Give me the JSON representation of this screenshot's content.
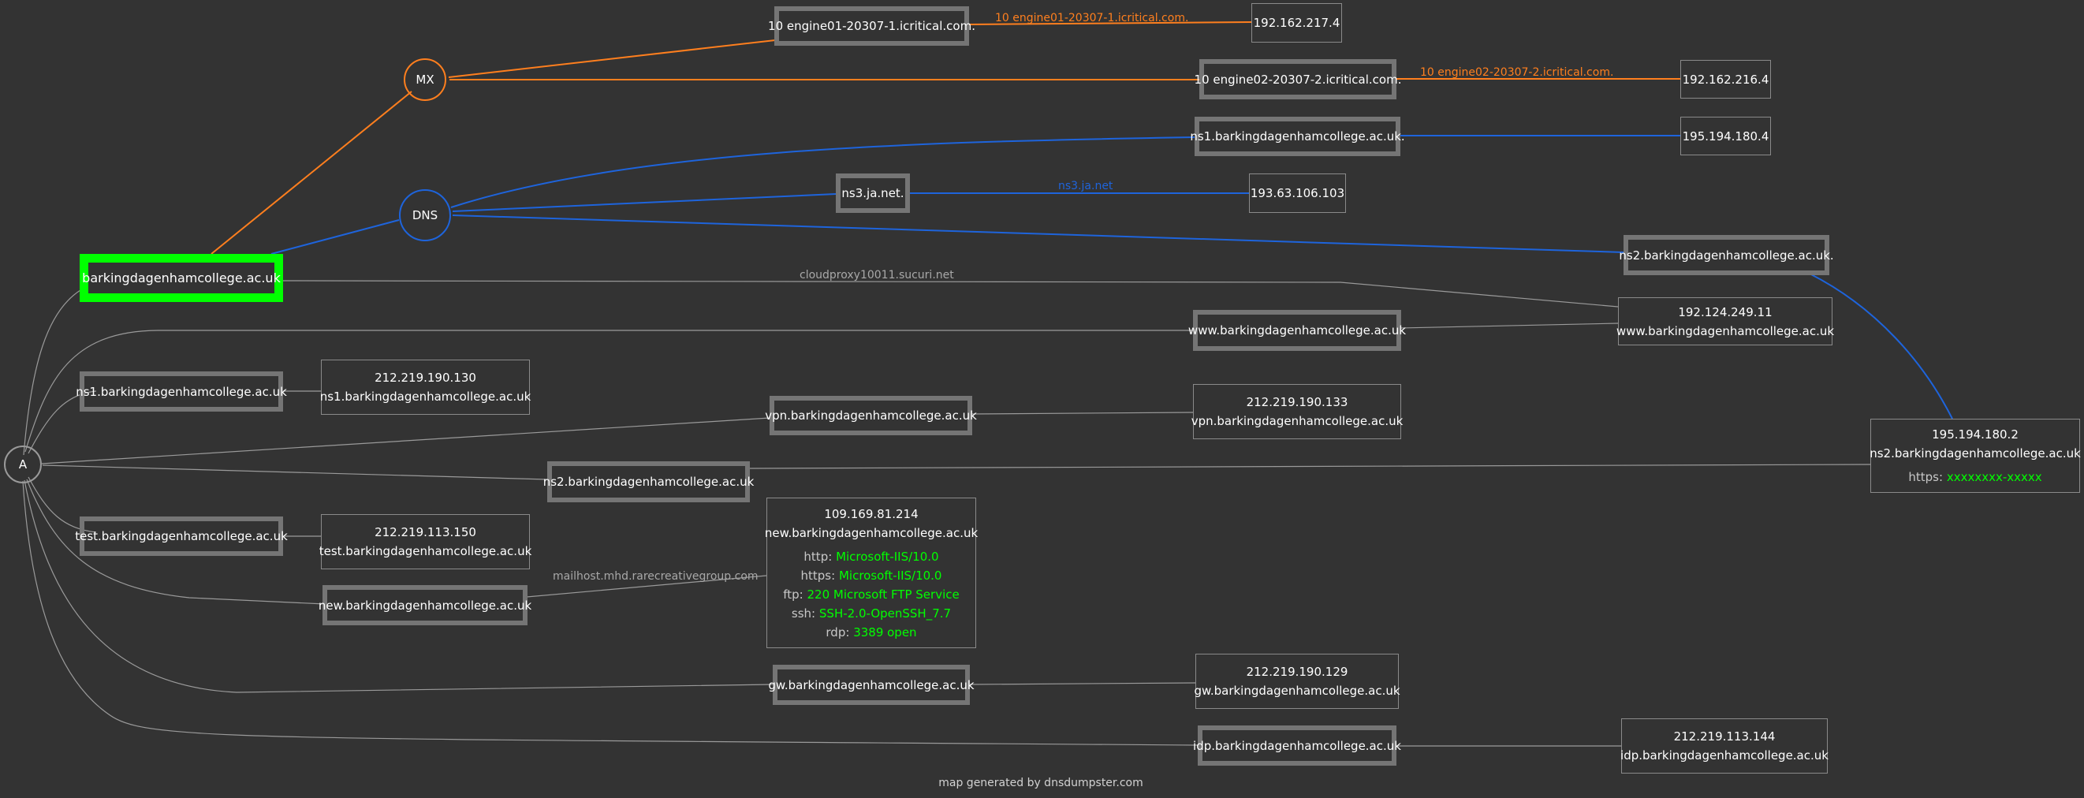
{
  "colors": {
    "background": "#333333",
    "mx_edge": "#ff7f1e",
    "dns_edge": "#1e64dc",
    "a_edge": "#9a9a9a",
    "domain_highlight": "#00ff00",
    "service_value": "#00ff00"
  },
  "domain": "barkingdagenhamcollege.ac.uk",
  "groups": {
    "mx": "MX",
    "dns": "DNS",
    "a": "A"
  },
  "mx": [
    {
      "record": "10 engine01-20307-1.icritical.com.",
      "edge_label": "10 engine01-20307-1.icritical.com.",
      "ip": "192.162.217.4"
    },
    {
      "record": "10 engine02-20307-2.icritical.com.",
      "edge_label": "10 engine02-20307-2.icritical.com.",
      "ip": "192.162.216.4"
    }
  ],
  "ns": [
    {
      "name": "ns1.barkingdagenhamcollege.ac.uk.",
      "ip": "195.194.180.4"
    },
    {
      "name": "ns3.ja.net.",
      "edge_label": "ns3.ja.net",
      "ip": "193.63.106.103"
    },
    {
      "name": "ns2.barkingdagenhamcollege.ac.uk."
    }
  ],
  "a_records": [
    {
      "host": "www.barkingdagenhamcollege.ac.uk",
      "ip": "192.124.249.11",
      "reverse": "www.barkingdagenhamcollege.ac.uk",
      "edge_label": "cloudproxy10011.sucuri.net"
    },
    {
      "host": "ns1.barkingdagenhamcollege.ac.uk",
      "ip": "212.219.190.130",
      "reverse": "ns1.barkingdagenhamcollege.ac.uk"
    },
    {
      "host": "vpn.barkingdagenhamcollege.ac.uk",
      "ip": "212.219.190.133",
      "reverse": "vpn.barkingdagenhamcollege.ac.uk"
    },
    {
      "host": "ns2.barkingdagenhamcollege.ac.uk",
      "ip": "195.194.180.2",
      "reverse": "ns2.barkingdagenhamcollege.ac.uk",
      "services": [
        {
          "k": "https:",
          "v": "xxxxxxxx-xxxxx"
        }
      ]
    },
    {
      "host": "test.barkingdagenhamcollege.ac.uk",
      "ip": "212.219.113.150",
      "reverse": "test.barkingdagenhamcollege.ac.uk"
    },
    {
      "host": "new.barkingdagenhamcollege.ac.uk",
      "ip": "109.169.81.214",
      "reverse": "new.barkingdagenhamcollege.ac.uk",
      "edge_label": "mailhost.mhd.rarecreativegroup.com",
      "services": [
        {
          "k": "http:",
          "v": "Microsoft-IIS/10.0"
        },
        {
          "k": "https:",
          "v": "Microsoft-IIS/10.0"
        },
        {
          "k": "ftp:",
          "v": "220 Microsoft FTP Service"
        },
        {
          "k": "ssh:",
          "v": "SSH-2.0-OpenSSH_7.7"
        },
        {
          "k": "rdp:",
          "v": "3389 open"
        }
      ]
    },
    {
      "host": "gw.barkingdagenhamcollege.ac.uk",
      "ip": "212.219.190.129",
      "reverse": "gw.barkingdagenhamcollege.ac.uk"
    },
    {
      "host": "idp.barkingdagenhamcollege.ac.uk",
      "ip": "212.219.113.144",
      "reverse": "idp.barkingdagenhamcollege.ac.uk"
    }
  ],
  "footer": "map generated by dnsdumpster.com"
}
